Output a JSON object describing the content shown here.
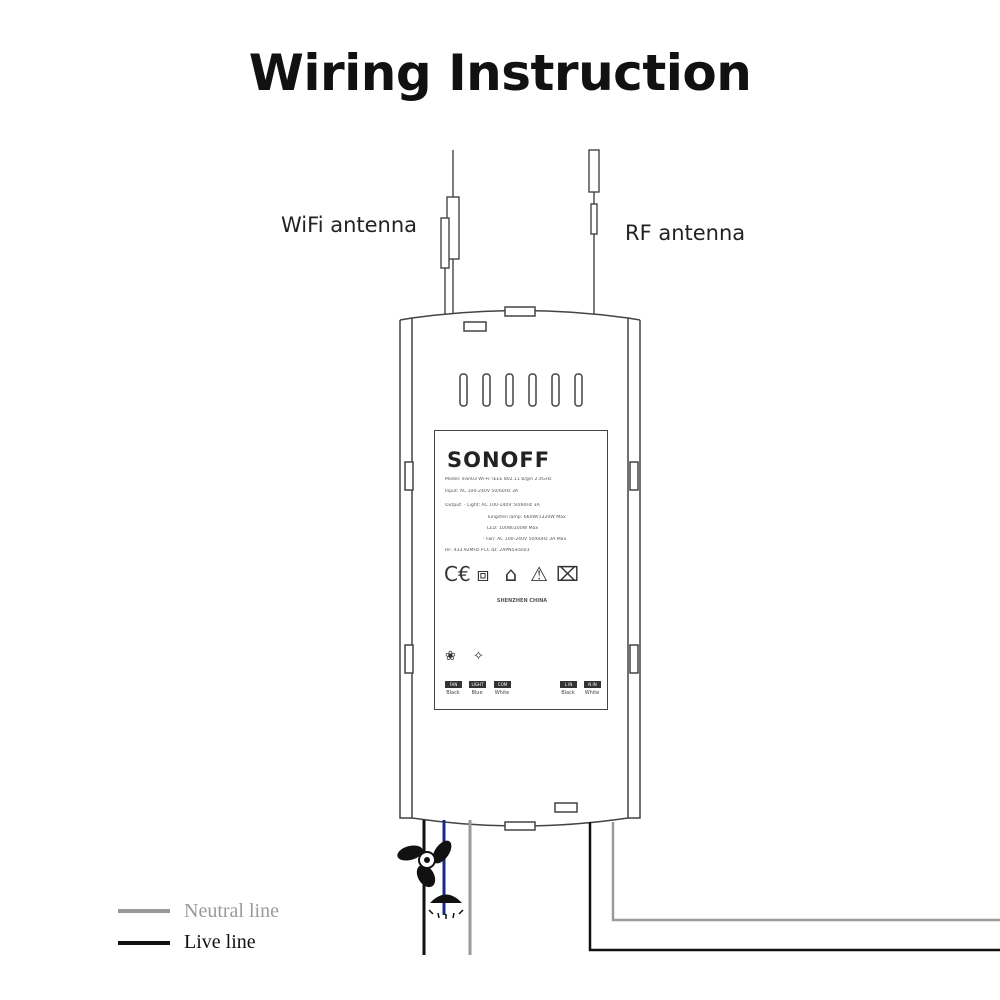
{
  "title": "Wiring Instruction",
  "antennas": {
    "wifi": "WiFi antenna",
    "rf": "RF antenna"
  },
  "device": {
    "brand": "SONOFF",
    "specs": [
      "Model: iFan03     Wi-Fi: IEEE 802.11 b/g/n 2.4GHz",
      "Input: AC 100-240V 50/60Hz 3A",
      "Output: - Light: AC 100-240V 50/60Hz 3A",
      "Tungsten lamp: 660W/1320W Max",
      "LED: 100W/200W Max",
      "- Fan: AC 100-240V 50/60Hz 3A Max",
      "RF: 433.92MHz     FCC ID: 2APN5iFan03"
    ],
    "made_in": "SHENZHEN CHINA",
    "terminals": [
      {
        "tag": "FAN",
        "color": "Black"
      },
      {
        "tag": "LIGHT",
        "color": "Blue"
      },
      {
        "tag": "COM",
        "color": "White"
      },
      {
        "tag": "L IN",
        "color": "Black"
      },
      {
        "tag": "N IN",
        "color": "White"
      }
    ]
  },
  "legend": {
    "neutral": "Neutral line",
    "live": "Live line"
  },
  "colors": {
    "neutral": "#9a9a9a",
    "live": "#111111",
    "blue_wire": "#1a2a8a",
    "outline": "#444444"
  }
}
